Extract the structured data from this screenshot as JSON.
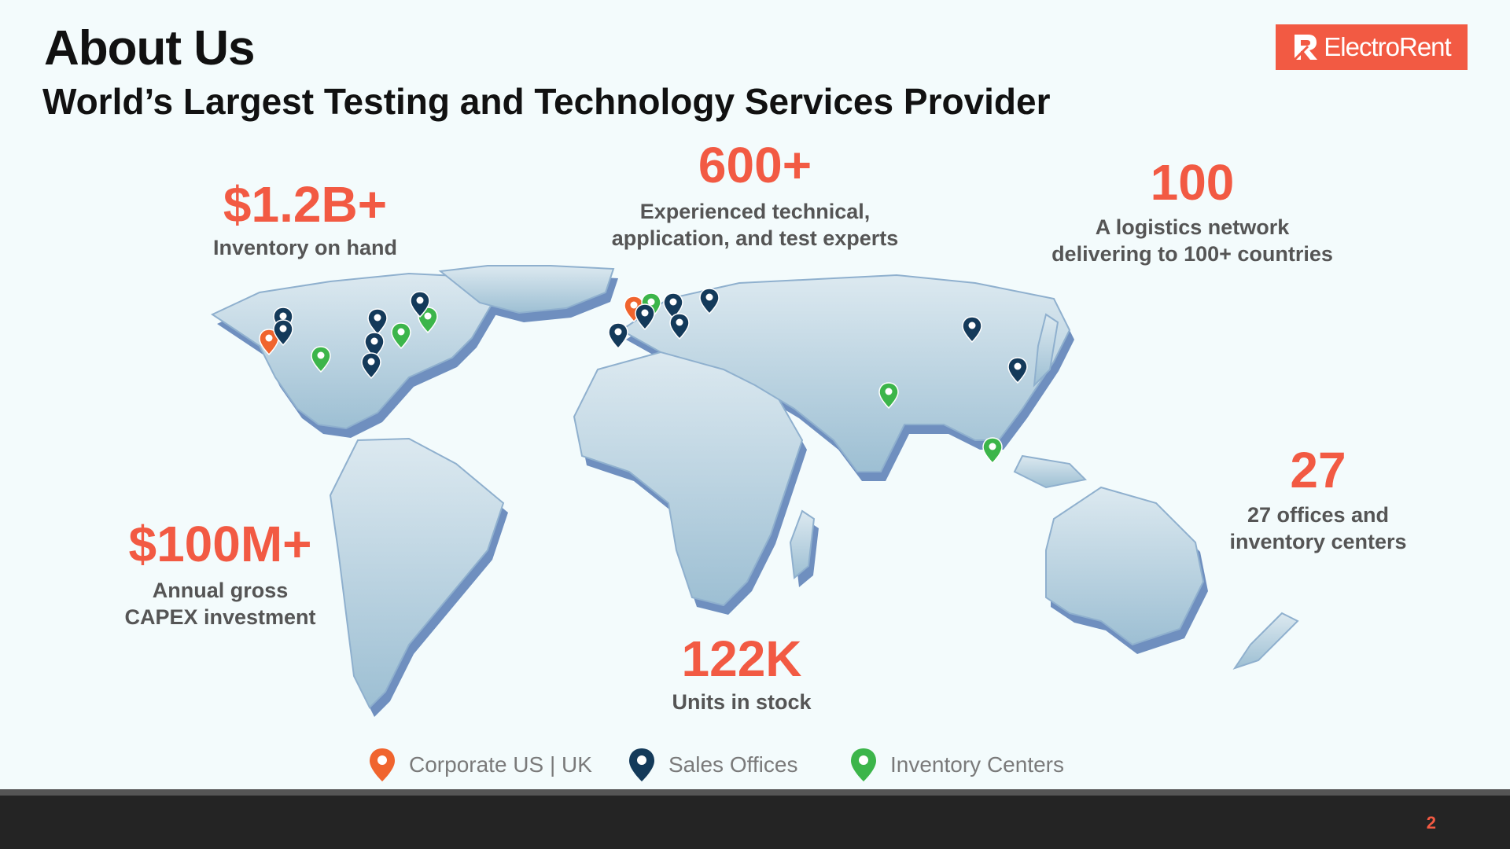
{
  "header": {
    "title": "About Us",
    "subtitle": "World’s Largest Testing and Technology Services Provider"
  },
  "logo": {
    "text": "ElectroRent"
  },
  "stats": {
    "inventory": {
      "value": "$1.2B+",
      "label1": "Inventory on hand",
      "label2": ""
    },
    "experts": {
      "value": "600+",
      "label1": "Experienced technical,",
      "label2": "application, and test experts"
    },
    "logistics": {
      "value": "100",
      "label1": "A logistics network",
      "label2": "delivering to 100+ countries"
    },
    "offices": {
      "value": "27",
      "label1": "27 offices and",
      "label2": "inventory centers"
    },
    "capex": {
      "value": "$100M+",
      "label1": "Annual gross",
      "label2": "CAPEX investment"
    },
    "units": {
      "value": "122K",
      "label1": "Units in stock",
      "label2": ""
    }
  },
  "legend": {
    "corporate": "Corporate US | UK",
    "sales": "Sales Offices",
    "inventory": "Inventory Centers"
  },
  "colors": {
    "accent": "#f25a43",
    "corporate_pin": "#f0642e",
    "sales_pin": "#143a5a",
    "inventory_pin": "#3cb54a",
    "land_top": "#c7dce8",
    "land_side": "#6f8fbf"
  },
  "footer": {
    "page_number": "2"
  }
}
